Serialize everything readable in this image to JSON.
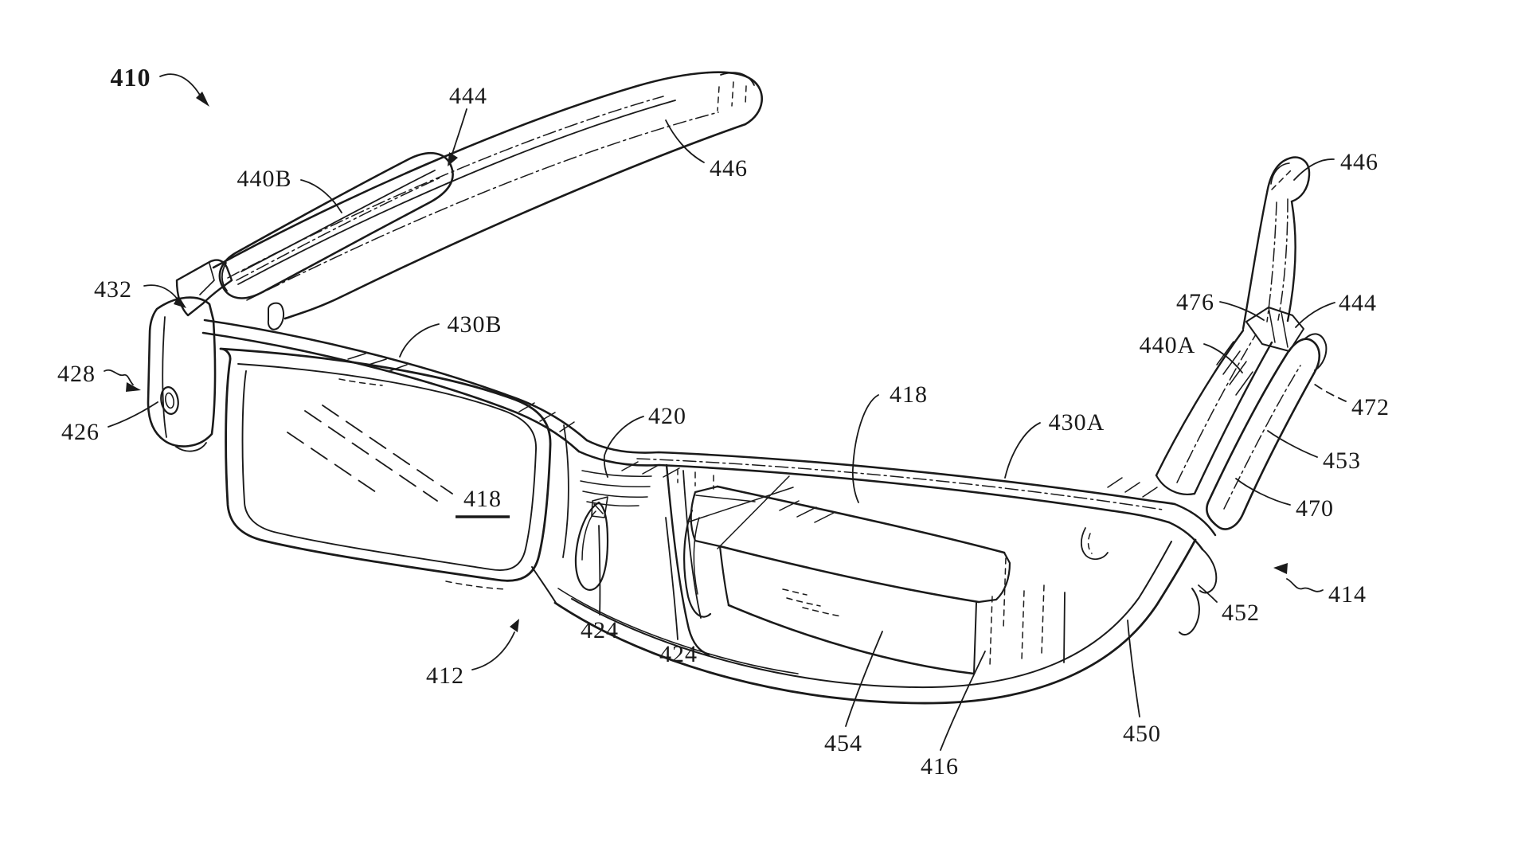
{
  "figure": {
    "colors": {
      "ink": "#1a1a1a",
      "background": "#ffffff"
    },
    "labels": {
      "l410": "410",
      "l444_left": "444",
      "l446_left": "446",
      "l440B": "440B",
      "l432": "432",
      "l428": "428",
      "l426": "426",
      "l430B": "430B",
      "l418_left": "418",
      "l420": "420",
      "l424_a": "424",
      "l424_b": "424",
      "l412": "412",
      "l454": "454",
      "l416": "416",
      "l450": "450",
      "l452": "452",
      "l414": "414",
      "l470": "470",
      "l453": "453",
      "l472": "472",
      "l444_right": "444",
      "l476": "476",
      "l440A": "440A",
      "l430A": "430A",
      "l418_center": "418",
      "l446_right": "446"
    }
  }
}
